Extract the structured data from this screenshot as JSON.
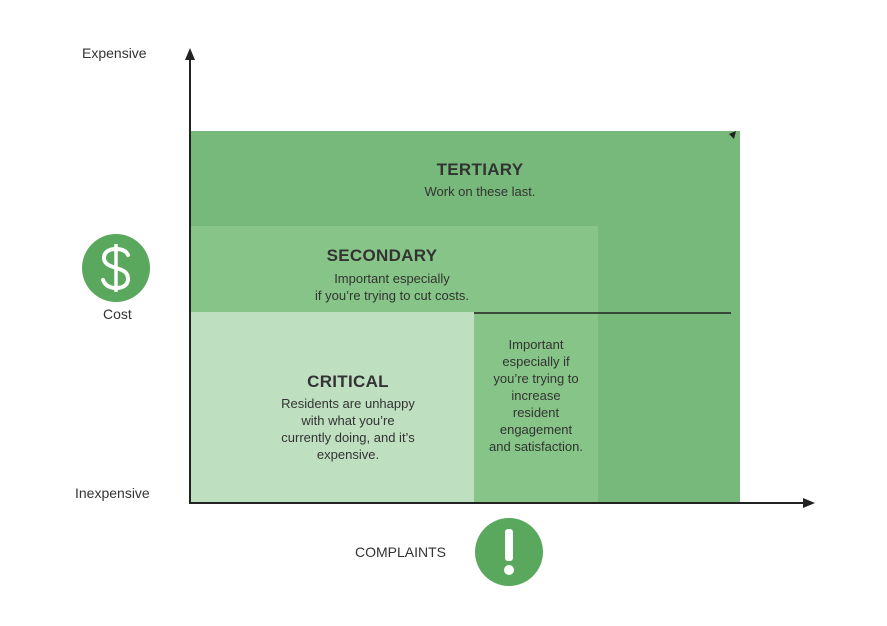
{
  "axes": {
    "y_top_label": "Expensive",
    "y_bottom_label": "Inexpensive",
    "y_label": "Cost",
    "x_label": "COMPLAINTS"
  },
  "zones": {
    "tertiary": {
      "title": "TERTIARY",
      "text": "Work on these last."
    },
    "secondary": {
      "title": "SECONDARY",
      "text_lines": [
        "Important  especially",
        "if you’re trying to cut costs."
      ]
    },
    "critical": {
      "title": "CRITICAL",
      "text_lines": [
        "Residents are unhappy",
        "with what you’re",
        "currently doing, and it’s",
        "expensive."
      ]
    },
    "complaints_zone": {
      "text_lines": [
        "Important",
        "especially if",
        "you’re trying to",
        "increase",
        "resident",
        "engagement",
        "and  satisfaction."
      ]
    }
  },
  "icons": {
    "cost_icon": "dollar-sign-icon",
    "complaints_icon": "exclamation-icon"
  },
  "colors": {
    "dark_green": "#76b97a",
    "mid_green": "#86c587",
    "light_green": "#bfe0c0",
    "icon_green": "#5aa85e"
  }
}
